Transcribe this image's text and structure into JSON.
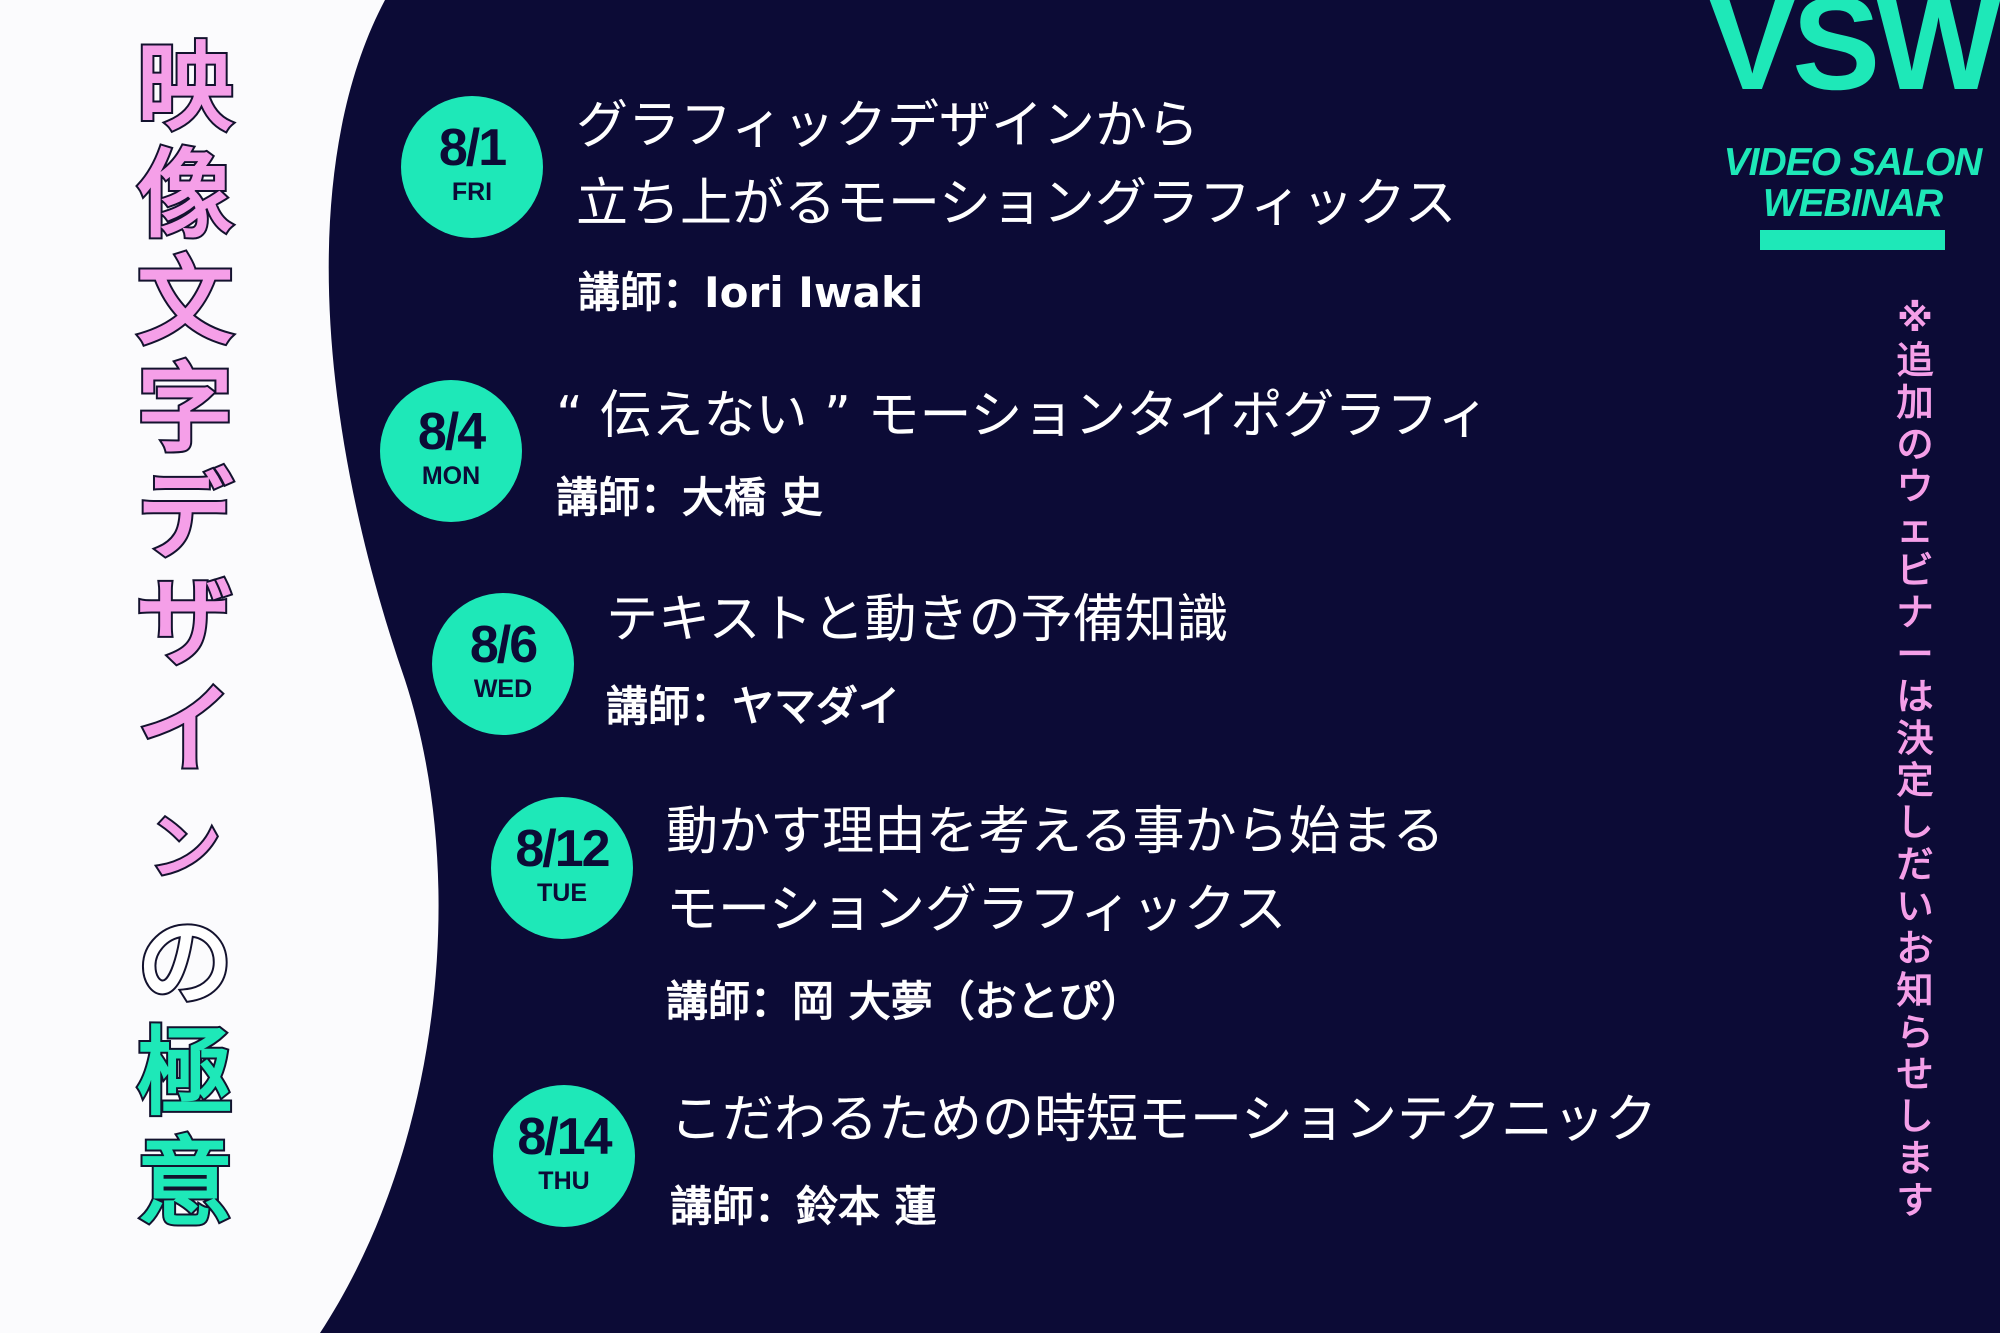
{
  "colors": {
    "background": "#0c0b36",
    "band": "#fbfbfd",
    "accent": "#1ee8b8",
    "pink": "#f59fe8",
    "outline": "#13122e",
    "text": "#ffffff"
  },
  "title_vertical": [
    "映",
    "像",
    "文",
    "字",
    "デ",
    "ザ",
    "イ",
    "ン",
    "の",
    "極",
    "意"
  ],
  "logo": {
    "mark": "VSW",
    "line1": "VIDEO SALON",
    "line2": "WEBINAR"
  },
  "side_note": "※追加のウェビナーは決定しだいお知らせします",
  "sessions": [
    {
      "date": "8/1",
      "weekday": "FRI",
      "title_lines": [
        "グラフィックデザインから",
        "立ち上がるモーショングラフィックス"
      ],
      "speaker": "講師：Iori Iwaki"
    },
    {
      "date": "8/4",
      "weekday": "MON",
      "title_lines": [
        "“ 伝えない ” モーションタイポグラフィ"
      ],
      "speaker": "講師：大橋 史"
    },
    {
      "date": "8/6",
      "weekday": "WED",
      "title_lines": [
        "テキストと動きの予備知識"
      ],
      "speaker": "講師：ヤマダイ"
    },
    {
      "date": "8/12",
      "weekday": "TUE",
      "title_lines": [
        "動かす理由を考える事から始まる",
        "モーショングラフィックス"
      ],
      "speaker": "講師：岡 大夢（おとぴ）"
    },
    {
      "date": "8/14",
      "weekday": "THU",
      "title_lines": [
        "こだわるための時短モーションテクニック"
      ],
      "speaker": "講師：鈴本 蓮"
    }
  ]
}
